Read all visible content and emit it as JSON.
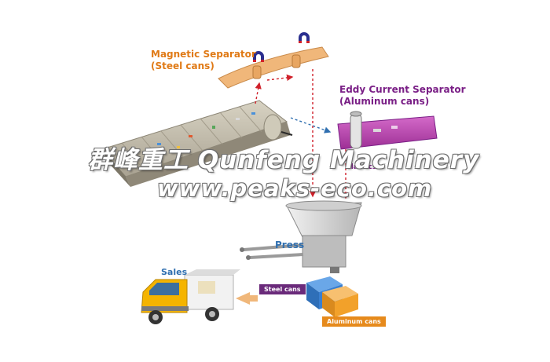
{
  "labels": {
    "magnetic_title": "Magnetic Separator",
    "magnetic_sub": "(Steel cans)",
    "eddy_title": "Eddy Current Separator",
    "eddy_sub": "(Aluminum cans)",
    "plastics": "Plastics",
    "press": "Press",
    "sales": "Sales",
    "steel_cans": "Steel cans",
    "aluminum_cans": "Aluminum cans"
  },
  "watermark": {
    "brand": "群峰重工 Qunfeng Machinery",
    "url": "www.peaks-eco.com"
  },
  "colors": {
    "conveyor": "#c9c3b2",
    "magnetic_bar": "#f0b77a",
    "eddy_table": "#b53fae",
    "hopper": "#d9d9d9",
    "truck": "#f5b400",
    "steel_box": "#3a7fd0",
    "aluminum_box": "#f2a12a",
    "flow_arrow": "#d0202a",
    "accent_orange": "#e07a16",
    "accent_purple": "#7a1f86",
    "accent_blue": "#2f6fb0"
  },
  "icons": [
    "magnet-icon",
    "magnet-icon"
  ]
}
